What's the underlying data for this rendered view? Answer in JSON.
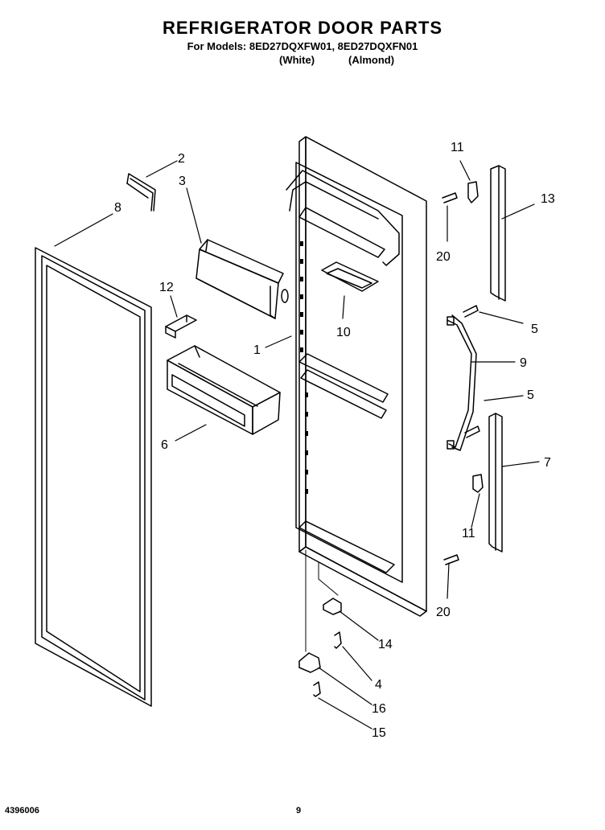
{
  "title": "REFRIGERATOR DOOR PARTS",
  "models_line": "For Models: 8ED27DQXFW01, 8ED27DQXFN01",
  "variants": [
    "(White)",
    "(Almond)"
  ],
  "callouts": [
    "2",
    "3",
    "8",
    "12",
    "1",
    "10",
    "6",
    "11",
    "13",
    "20",
    "5",
    "9",
    "5",
    "7",
    "11",
    "20",
    "14",
    "4",
    "16",
    "15"
  ],
  "footer": {
    "doc_number": "4396006",
    "page_number": "9"
  }
}
